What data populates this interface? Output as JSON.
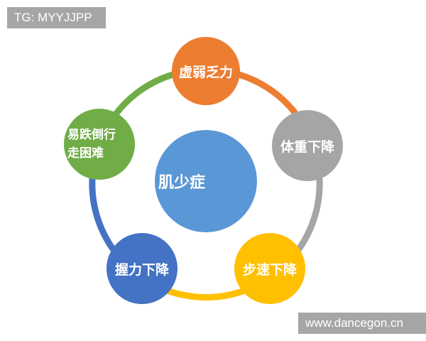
{
  "watermarks": {
    "top_left": "TG: MYYJJPP",
    "bottom_right": "www.dancegon.cn"
  },
  "diagram": {
    "center": {
      "label": "肌少症",
      "color": "#5a97d6"
    },
    "nodes": [
      {
        "id": "top",
        "label": "虚弱乏力",
        "color": "#ed7d31"
      },
      {
        "id": "right",
        "label": "体重下降",
        "color": "#a5a5a5"
      },
      {
        "id": "bottom-right",
        "label": "步速下降",
        "color": "#ffc000"
      },
      {
        "id": "bottom-left",
        "label": "握力下降",
        "color": "#4472c4"
      },
      {
        "id": "left",
        "label_line1": "易跌倒行",
        "label_line2": "走困难",
        "color": "#70ad47"
      }
    ],
    "ring_segments": [
      {
        "from": "top",
        "to": "right",
        "color": "#ed7d31"
      },
      {
        "from": "right",
        "to": "bottom-right",
        "color": "#a5a5a5"
      },
      {
        "from": "bottom-right",
        "to": "bottom-left",
        "color": "#ffc000"
      },
      {
        "from": "bottom-left",
        "to": "left",
        "color": "#4472c4"
      },
      {
        "from": "left",
        "to": "top",
        "color": "#70ad47"
      }
    ]
  }
}
